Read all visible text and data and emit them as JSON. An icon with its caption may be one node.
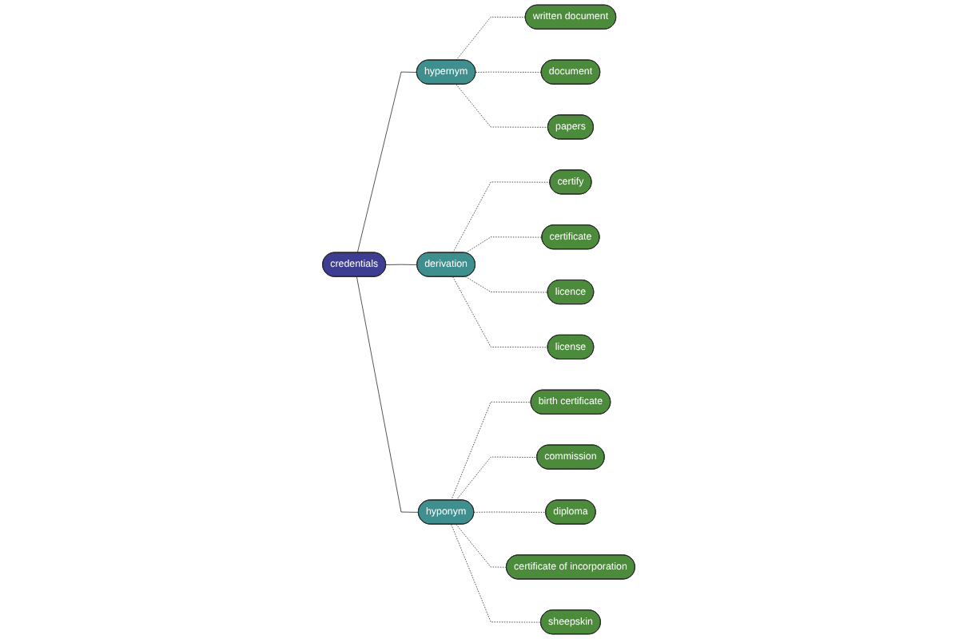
{
  "diagram": {
    "nodes": [
      {
        "text": [
          "credentials"
        ]
      },
      {
        "text": [
          "hypernym"
        ]
      },
      {
        "text": [
          "written document"
        ]
      },
      {
        "text": [
          "document"
        ]
      },
      {
        "text": [
          "papers"
        ]
      },
      {
        "text": [
          "derivation"
        ]
      },
      {
        "text": [
          "certify"
        ]
      },
      {
        "text": [
          "certificate"
        ]
      },
      {
        "text": [
          "licence"
        ]
      },
      {
        "text": [
          "license"
        ]
      },
      {
        "text": [
          "hyponym"
        ]
      },
      {
        "text": [
          "birth certificate"
        ]
      },
      {
        "text": [
          "commission"
        ]
      },
      {
        "text": [
          "diploma"
        ]
      },
      {
        "text": [
          "certificate of incorporation"
        ]
      },
      {
        "text": [
          "sheepskin"
        ]
      }
    ],
    "edges": [
      {
        "from": 0,
        "to": 1,
        "arrow": "none"
      },
      {
        "from": 0,
        "to": 5,
        "arrow": "none"
      },
      {
        "from": 0,
        "to": 10,
        "arrow": "none"
      },
      {
        "from": 1,
        "to": 2,
        "arrow": "none",
        "style": "dashed"
      },
      {
        "from": 1,
        "to": 3,
        "arrow": "none",
        "style": "dashed"
      },
      {
        "from": 1,
        "to": 4,
        "arrow": "none",
        "style": "dashed"
      },
      {
        "from": 5,
        "to": 6,
        "arrow": "none",
        "style": "dashed"
      },
      {
        "from": 5,
        "to": 7,
        "arrow": "none",
        "style": "dashed"
      },
      {
        "from": 5,
        "to": 8,
        "arrow": "none",
        "style": "dashed"
      },
      {
        "from": 5,
        "to": 9,
        "arrow": "none",
        "style": "dashed"
      },
      {
        "from": 10,
        "to": 11,
        "arrow": "none",
        "style": "dashed"
      },
      {
        "from": 10,
        "to": 12,
        "arrow": "none",
        "style": "dashed"
      },
      {
        "from": 10,
        "to": 13,
        "arrow": "none",
        "style": "dashed"
      },
      {
        "from": 10,
        "to": 14,
        "arrow": "none",
        "style": "dashed"
      },
      {
        "from": 10,
        "to": 15,
        "arrow": "none",
        "style": "dashed"
      }
    ]
  }
}
